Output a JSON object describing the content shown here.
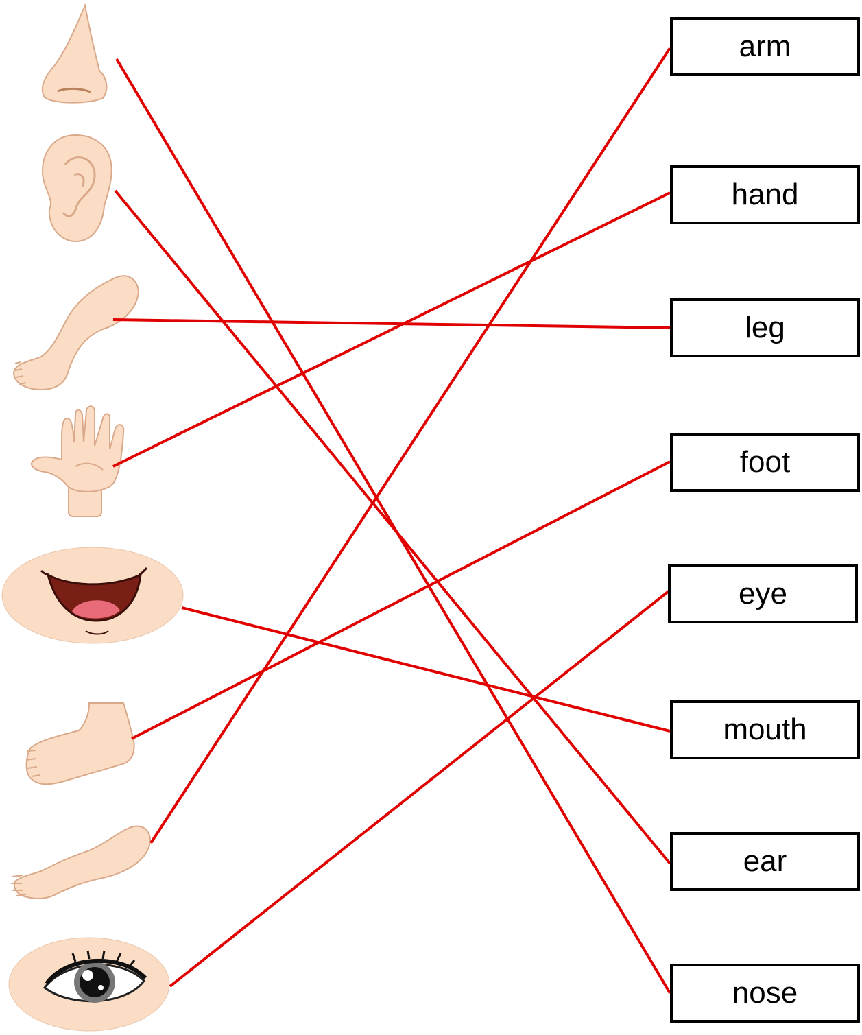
{
  "words": [
    {
      "id": "arm",
      "text": "arm"
    },
    {
      "id": "hand",
      "text": "hand"
    },
    {
      "id": "leg",
      "text": "leg"
    },
    {
      "id": "foot",
      "text": "foot"
    },
    {
      "id": "eye",
      "text": "eye"
    },
    {
      "id": "mouth",
      "text": "mouth"
    },
    {
      "id": "ear",
      "text": "ear"
    },
    {
      "id": "nose",
      "text": "nose"
    }
  ],
  "pictures": [
    {
      "id": "nose",
      "icon": "nose-icon"
    },
    {
      "id": "ear",
      "icon": "ear-icon"
    },
    {
      "id": "leg",
      "icon": "leg-icon"
    },
    {
      "id": "hand",
      "icon": "hand-icon"
    },
    {
      "id": "mouth",
      "icon": "mouth-icon"
    },
    {
      "id": "foot",
      "icon": "foot-icon"
    },
    {
      "id": "arm",
      "icon": "arm-icon"
    },
    {
      "id": "eye",
      "icon": "eye-icon"
    }
  ],
  "matches": [
    {
      "picture": "nose",
      "word": "nose"
    },
    {
      "picture": "ear",
      "word": "ear"
    },
    {
      "picture": "leg",
      "word": "leg"
    },
    {
      "picture": "hand",
      "word": "hand"
    },
    {
      "picture": "mouth",
      "word": "mouth"
    },
    {
      "picture": "foot",
      "word": "foot"
    },
    {
      "picture": "arm",
      "word": "arm"
    },
    {
      "picture": "eye",
      "word": "eye"
    }
  ],
  "colors": {
    "line": "#e00000",
    "skin": "#fbdcc4",
    "skin_outline": "#d9a98a",
    "box_border": "#000000"
  }
}
